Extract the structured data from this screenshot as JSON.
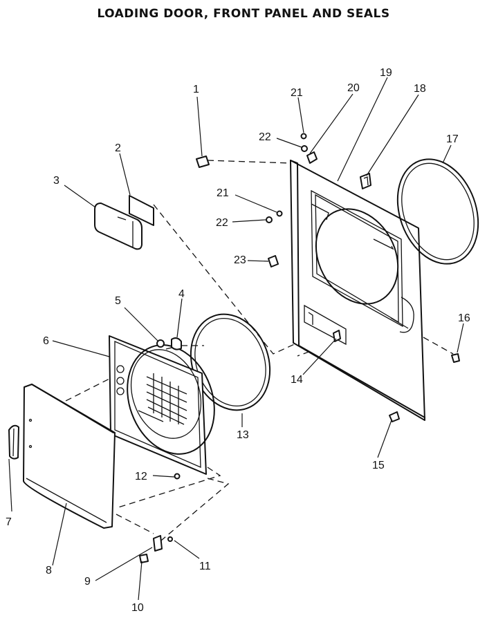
{
  "title": "LOADING DOOR, FRONT PANEL AND SEALS",
  "callouts": [
    {
      "id": "c1",
      "text": "1"
    },
    {
      "id": "c2",
      "text": "2"
    },
    {
      "id": "c3",
      "text": "3"
    },
    {
      "id": "c4",
      "text": "4"
    },
    {
      "id": "c5",
      "text": "5"
    },
    {
      "id": "c6",
      "text": "6"
    },
    {
      "id": "c7",
      "text": "7"
    },
    {
      "id": "c8",
      "text": "8"
    },
    {
      "id": "c9",
      "text": "9"
    },
    {
      "id": "c10",
      "text": "10"
    },
    {
      "id": "c11",
      "text": "11"
    },
    {
      "id": "c12",
      "text": "12"
    },
    {
      "id": "c13",
      "text": "13"
    },
    {
      "id": "c14",
      "text": "14"
    },
    {
      "id": "c15",
      "text": "15"
    },
    {
      "id": "c16",
      "text": "16"
    },
    {
      "id": "c17",
      "text": "17"
    },
    {
      "id": "c18",
      "text": "18"
    },
    {
      "id": "c19",
      "text": "19"
    },
    {
      "id": "c20",
      "text": "20"
    },
    {
      "id": "c21a",
      "text": "21"
    },
    {
      "id": "c22a",
      "text": "22"
    },
    {
      "id": "c21b",
      "text": "21"
    },
    {
      "id": "c22b",
      "text": "22"
    },
    {
      "id": "c23",
      "text": "23"
    }
  ]
}
